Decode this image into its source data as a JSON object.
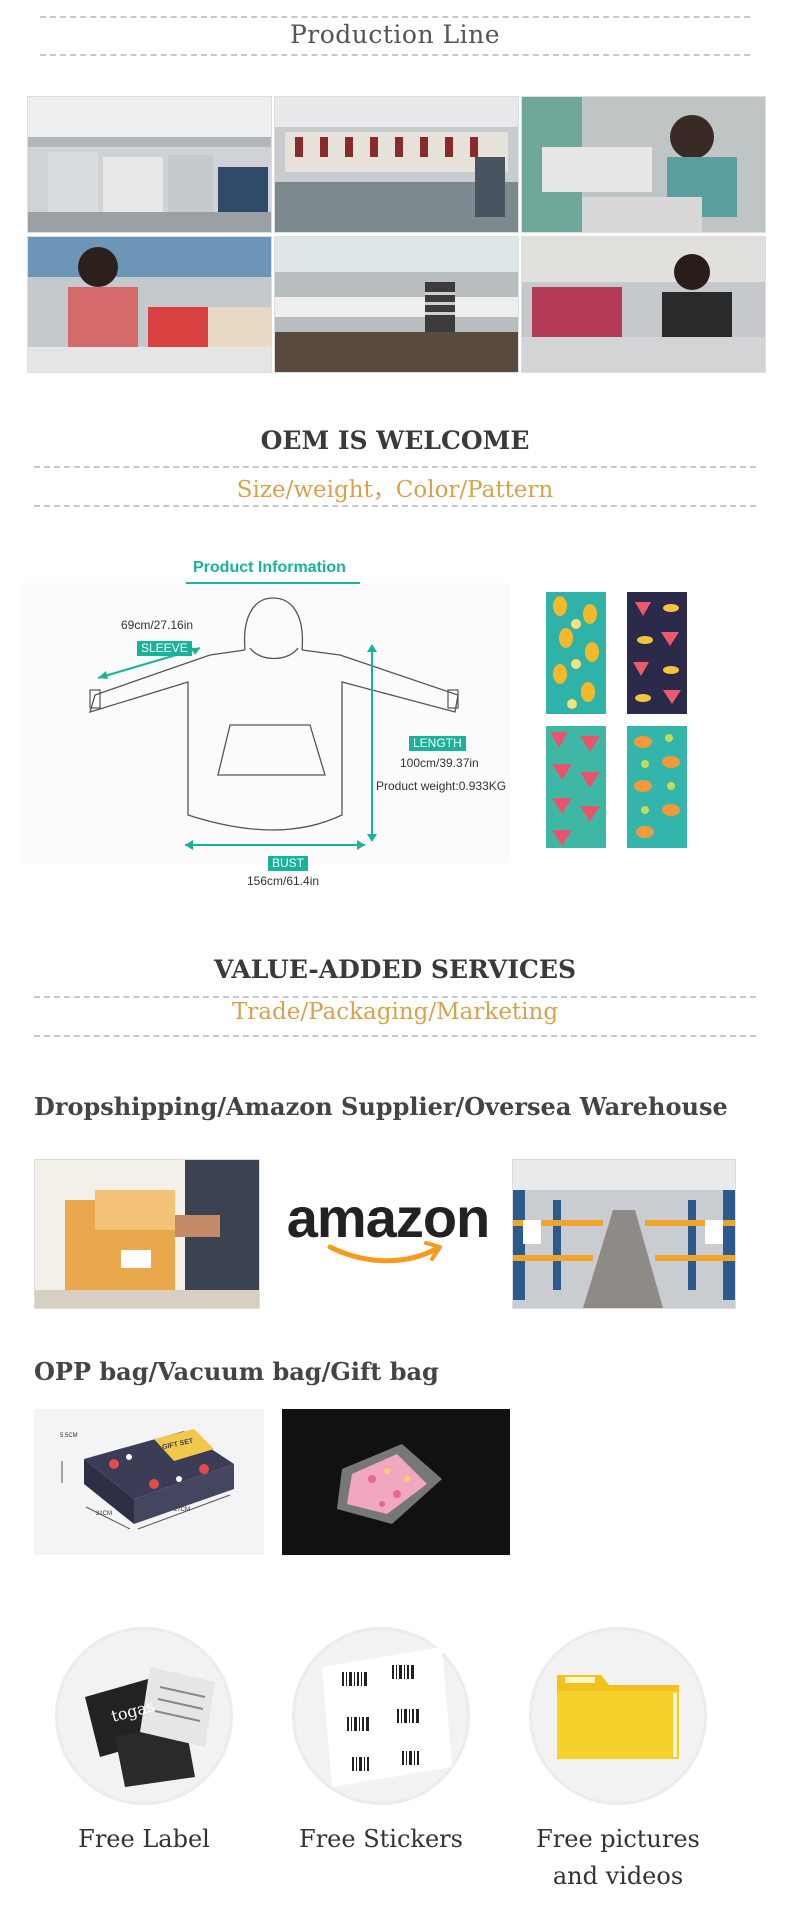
{
  "production": {
    "title": "Production Line"
  },
  "oem": {
    "title": "OEM IS WELCOME",
    "subtitle": "Size/weight，Color/Pattern"
  },
  "product_info": {
    "heading": "Product Information",
    "sleeve_value": "69cm/27.16in",
    "sleeve_tag": "SLEEVE",
    "length_tag": "LENGTH",
    "length_value": "100cm/39.37in",
    "weight": "Product weight:0.933KG",
    "bust_tag": "BUST",
    "bust_value": "156cm/61.4in"
  },
  "value_added": {
    "title": "VALUE-ADDED SERVICES",
    "subtitle": "Trade/Packaging/Marketing"
  },
  "dropshipping": {
    "heading": "Dropshipping/Amazon Supplier/Oversea Warehouse",
    "amazon_logo": "amazon"
  },
  "bags": {
    "heading": "OPP bag/Vacuum bag/Gift bag",
    "box_dims": [
      "5.5CM",
      "21CM",
      "27CM"
    ],
    "box_text": "GIFT SET"
  },
  "freebies": {
    "label_caption": "Free Label",
    "stickers_caption": "Free Stickers",
    "pictures_caption_line1": "Free pictures",
    "pictures_caption_line2": "and videos",
    "label_brand": "togas"
  },
  "colors": {
    "accent": "#d8a24a",
    "teal": "#19b39c",
    "folder": "#f6d02b"
  }
}
